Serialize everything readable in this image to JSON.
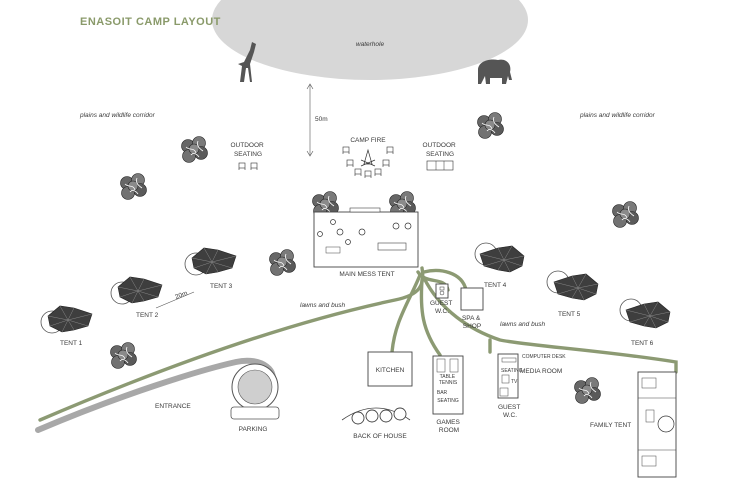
{
  "title": "ENASOIT CAMP LAYOUT",
  "labels": {
    "waterhole": "waterhole",
    "distance_50m": "50m",
    "plains_left": "plains and wildlife corridor",
    "plains_right": "plains and wildlife corridor",
    "outdoor_seating_left": [
      "OUTDOOR",
      "SEATING"
    ],
    "camp_fire": "CAMP FIRE",
    "outdoor_seating_right": [
      "OUTDOOR",
      "SEATING"
    ],
    "main_mess_tent": "MAIN MESS TENT",
    "tent1": "TENT 1",
    "tent2": "TENT 2",
    "tent3": "TENT 3",
    "tent4": "TENT 4",
    "tent5": "TENT 5",
    "tent6": "TENT 6",
    "distance_20m": "20m",
    "lawns_left": "lawns and bush",
    "lawns_right": "lawns and bush",
    "guest_wc_top": [
      "GUEST",
      "W.C."
    ],
    "spa_shop": [
      "SPA &",
      "SHOP"
    ],
    "kitchen": "KITCHEN",
    "back_of_house": "BACK OF HOUSE",
    "table_tennis": [
      "TABLE",
      "TENNIS"
    ],
    "bar": "BAR",
    "seating_games": "SEATING",
    "games_room": [
      "GAMES",
      "ROOM"
    ],
    "computer_desk": "COMPUTER DESK",
    "seating_media": "SEATING",
    "tv": "TV",
    "media_room": "MEDIA ROOM",
    "guest_wc_bottom": [
      "GUEST",
      "W.C."
    ],
    "family_tent": "FAMILY TENT",
    "entrance": "ENTRANCE",
    "parking": "PARKING"
  },
  "colors": {
    "title": "#8a9a6a",
    "path": "#8c9a73",
    "road": "#a8a8a8",
    "waterhole": "#d7d7d7",
    "tent": "#3e3e3e",
    "tree": "#555555"
  },
  "icons": [
    "giraffe-icon",
    "elephant-icon",
    "tree-icon",
    "campfire-icon",
    "chair-icon",
    "sofa-icon",
    "toilet-icon"
  ]
}
